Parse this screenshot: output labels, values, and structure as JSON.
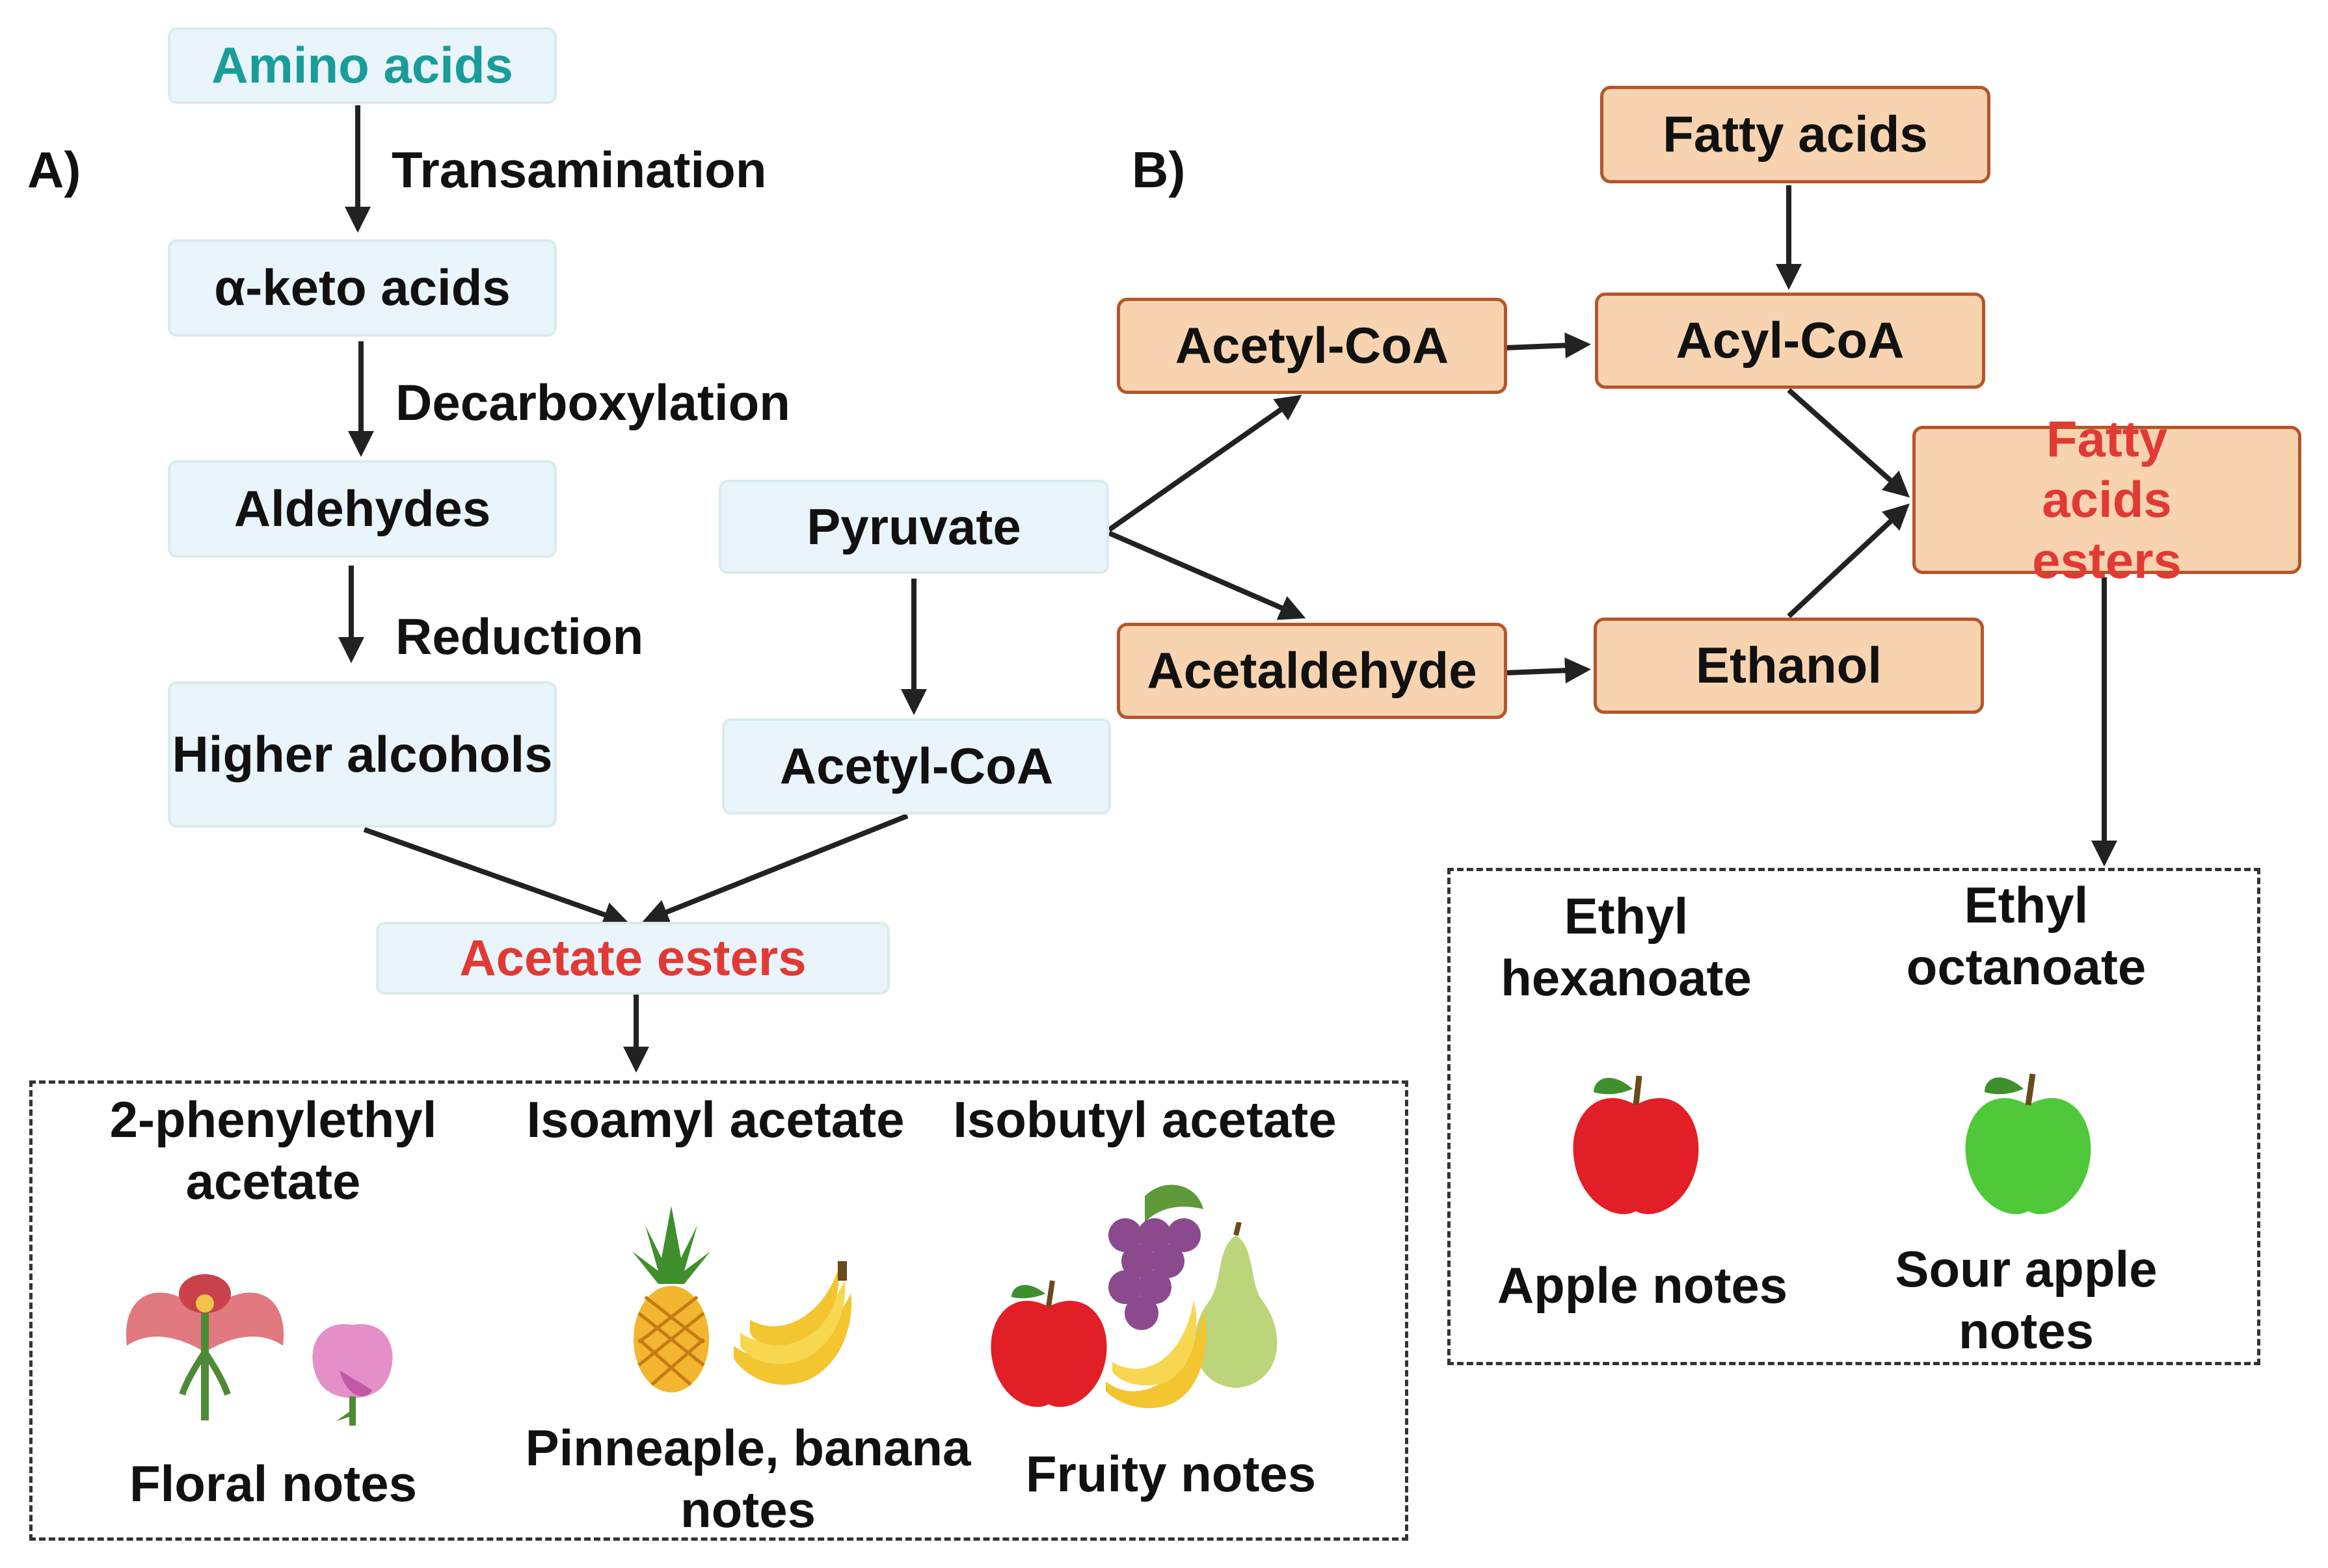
{
  "panel_a": {
    "label": "A)",
    "amino_acids": "Amino acids",
    "transamination": "Transamination",
    "keto_acids": "α-keto acids",
    "decarboxylation": "Decarboxylation",
    "aldehydes": "Aldehydes",
    "reduction": "Reduction",
    "higher_alcohols": "Higher alcohols",
    "pyruvate": "Pyruvate",
    "acetyl_coa": "Acetyl-CoA",
    "acetate_esters": "Acetate esters",
    "esters": [
      {
        "name": "2-phenylethyl acetate",
        "note": "Floral notes"
      },
      {
        "name": "Isoamyl acetate",
        "note": "Pinneaple, banana notes"
      },
      {
        "name": "Isobutyl acetate",
        "note": "Fruity notes"
      }
    ]
  },
  "panel_b": {
    "label": "B)",
    "fatty_acids": "Fatty acids",
    "acetyl_coa": "Acetyl-CoA",
    "acyl_coa": "Acyl-CoA",
    "fatty_acids_esters": "Fatty acids esters",
    "acetaldehyde": "Acetaldehyde",
    "ethanol": "Ethanol",
    "esters": [
      {
        "name": "Ethyl hexanoate",
        "note": "Apple notes"
      },
      {
        "name": "Ethyl octanoate",
        "note": "Sour apple notes"
      }
    ]
  },
  "colors": {
    "teal_text": "#199d99",
    "red_text": "#e13a35",
    "blue_box": "#e9f4fb",
    "tan_box": "#f8d3b0",
    "tan_border": "#b5552b"
  },
  "icons": [
    "flower-icon",
    "sweet-pea-icon",
    "pineapple-icon",
    "banana-icon",
    "grapes-icon",
    "pear-icon",
    "red-apple-icon",
    "green-apple-icon"
  ]
}
